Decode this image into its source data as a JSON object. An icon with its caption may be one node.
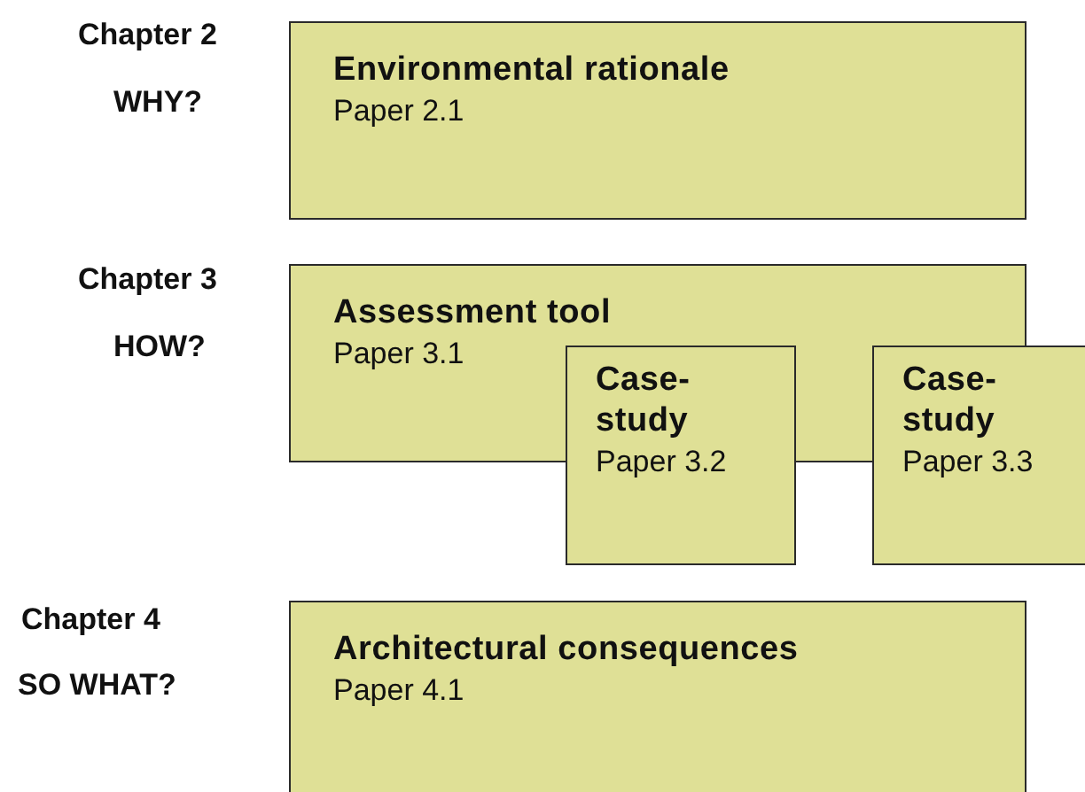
{
  "diagram": {
    "nodes": [
      {
        "text": [
          "Environmental rationale",
          "Paper 2.1"
        ]
      },
      {
        "text": [
          "Assessment tool",
          "Paper 3.1"
        ]
      },
      {
        "text": [
          "Case-study",
          "Paper 3.2"
        ]
      },
      {
        "text": [
          "Case-study",
          "Paper 3.3"
        ]
      },
      {
        "text": [
          "Architectural consequences",
          "Paper 4.1"
        ]
      }
    ],
    "labels": [
      "Chapter 2",
      "WHY?",
      "Chapter 3",
      "HOW?",
      "Chapter 4",
      "SO WHAT?"
    ]
  }
}
